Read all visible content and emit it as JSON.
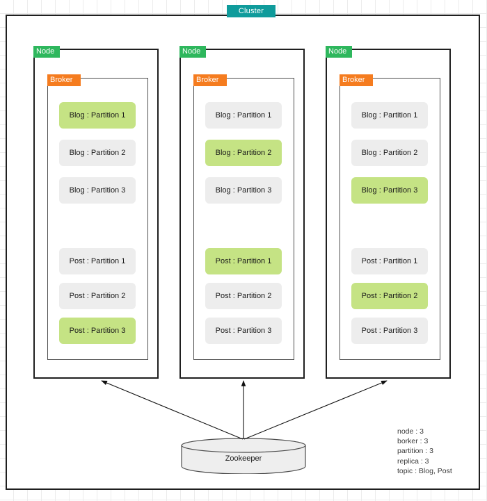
{
  "diagram": {
    "title": "Cluster",
    "cluster_label": "Cluster",
    "accent_colors": {
      "cluster": "#0f9b9b",
      "node": "#2eb75d",
      "broker": "#f57c1f",
      "leader_partition": "#c5e384",
      "replica_partition": "#ededed",
      "stroke": "#1f1f1f",
      "zookeeper_fill": "#eeeeee"
    }
  },
  "nodes": [
    {
      "node_label": "Node",
      "broker_label": "Broker",
      "partitions": [
        {
          "label": "Blog : Partition 1",
          "leader": true
        },
        {
          "label": "Blog : Partition 2",
          "leader": false
        },
        {
          "label": "Blog : Partition 3",
          "leader": false
        },
        {
          "label": "Post : Partition 1",
          "leader": false
        },
        {
          "label": "Post : Partition 2",
          "leader": false
        },
        {
          "label": "Post : Partition 3",
          "leader": true
        }
      ]
    },
    {
      "node_label": "Node",
      "broker_label": "Broker",
      "partitions": [
        {
          "label": "Blog : Partition 1",
          "leader": false
        },
        {
          "label": "Blog : Partition 2",
          "leader": true
        },
        {
          "label": "Blog : Partition 3",
          "leader": false
        },
        {
          "label": "Post : Partition 1",
          "leader": true
        },
        {
          "label": "Post : Partition 2",
          "leader": false
        },
        {
          "label": "Post : Partition 3",
          "leader": false
        }
      ]
    },
    {
      "node_label": "Node",
      "broker_label": "Broker",
      "partitions": [
        {
          "label": "Blog : Partition 1",
          "leader": false
        },
        {
          "label": "Blog : Partition 2",
          "leader": false
        },
        {
          "label": "Blog : Partition 3",
          "leader": true
        },
        {
          "label": "Post : Partition 1",
          "leader": false
        },
        {
          "label": "Post : Partition 2",
          "leader": true
        },
        {
          "label": "Post : Partition 3",
          "leader": false
        }
      ]
    }
  ],
  "zookeeper": {
    "label": "Zookeeper"
  },
  "legend": {
    "lines": [
      "node : 3",
      "borker : 3",
      "partition : 3",
      "replica : 3",
      "topic : Blog, Post"
    ]
  }
}
